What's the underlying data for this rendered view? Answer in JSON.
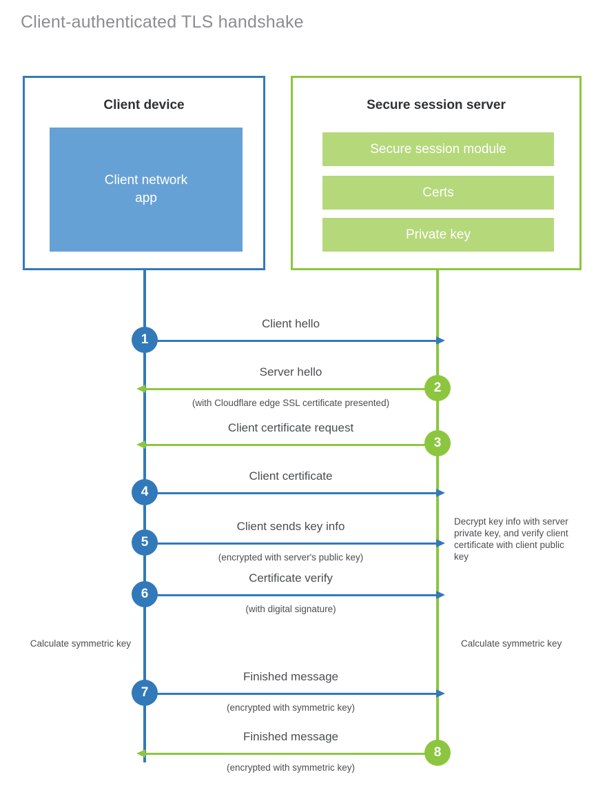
{
  "title": "Client-authenticated TLS handshake",
  "colors": {
    "blue_stroke": "#3279b9",
    "blue_fill": "#66a1d6",
    "green_stroke": "#8cc63e",
    "green_fill": "#b5d87b",
    "title_gray": "#8a8d8f",
    "text_gray": "#4a4d4f",
    "heading_dark": "#2f3234"
  },
  "client": {
    "title": "Client device",
    "app_label": "Client network\napp",
    "app_label_line1": "Client network",
    "app_label_line2": "app"
  },
  "server": {
    "title": "Secure session server",
    "bars": [
      {
        "label": "Secure session module"
      },
      {
        "label": "Certs"
      },
      {
        "label": "Private key"
      }
    ]
  },
  "messages": [
    {
      "step": "1",
      "label": "Client hello",
      "sub": "",
      "direction": "client-to-server",
      "color": "blue",
      "circle_side": "client"
    },
    {
      "step": "2",
      "label": "Server hello",
      "sub": "(with Cloudflare edge SSL certificate presented)",
      "direction": "server-to-client",
      "color": "green",
      "circle_side": "server"
    },
    {
      "step": "3",
      "label": "Client certificate request",
      "sub": "",
      "direction": "server-to-client",
      "color": "green",
      "circle_side": "server"
    },
    {
      "step": "4",
      "label": "Client certificate",
      "sub": "",
      "direction": "client-to-server",
      "color": "blue",
      "circle_side": "client"
    },
    {
      "step": "5",
      "label": "Client sends key info",
      "sub": "(encrypted with server's public key)",
      "direction": "client-to-server",
      "color": "blue",
      "circle_side": "client"
    },
    {
      "step": "6",
      "label": "Certificate verify",
      "sub": "(with digital signature)",
      "direction": "client-to-server",
      "color": "blue",
      "circle_side": "client"
    },
    {
      "step": "7",
      "label": "Finished message",
      "sub": "(encrypted with symmetric key)",
      "direction": "client-to-server",
      "color": "blue",
      "circle_side": "client"
    },
    {
      "step": "8",
      "label": "Finished message",
      "sub": "(encrypted with symmetric key)",
      "direction": "server-to-client",
      "color": "green",
      "circle_side": "server"
    }
  ],
  "notes": {
    "server_decrypt": "Decrypt key info with server private key, and verify client certificate with client public key",
    "client_symmetric": "Calculate symmetric key",
    "server_symmetric": "Calculate symmetric key"
  }
}
